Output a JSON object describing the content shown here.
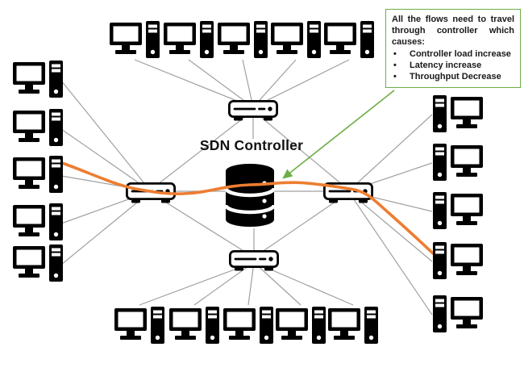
{
  "diagram": {
    "controller_label": "SDN Controller",
    "bullet_char": "•"
  },
  "annotation": {
    "text": "All the flows need to travel through controller which causes:",
    "bullets": [
      "Controller load increase",
      "Latency increase",
      "Throughput Decrease"
    ]
  },
  "colors": {
    "flow_orange": "#ED7D31",
    "link_gray": "#A0A0A0",
    "annotation_green": "#6CAE45",
    "device_black": "#000000",
    "background": "#FFFFFF"
  },
  "topology": {
    "controller": "SDN Controller",
    "switches": [
      {
        "id": "switch-top",
        "hosts": 5
      },
      {
        "id": "switch-left",
        "hosts": 5
      },
      {
        "id": "switch-right",
        "hosts": 5
      },
      {
        "id": "switch-bottom",
        "hosts": 5
      }
    ],
    "flow_path": [
      "host-left-3",
      "switch-left",
      "sdn-controller",
      "switch-right",
      "host-right-4"
    ]
  }
}
